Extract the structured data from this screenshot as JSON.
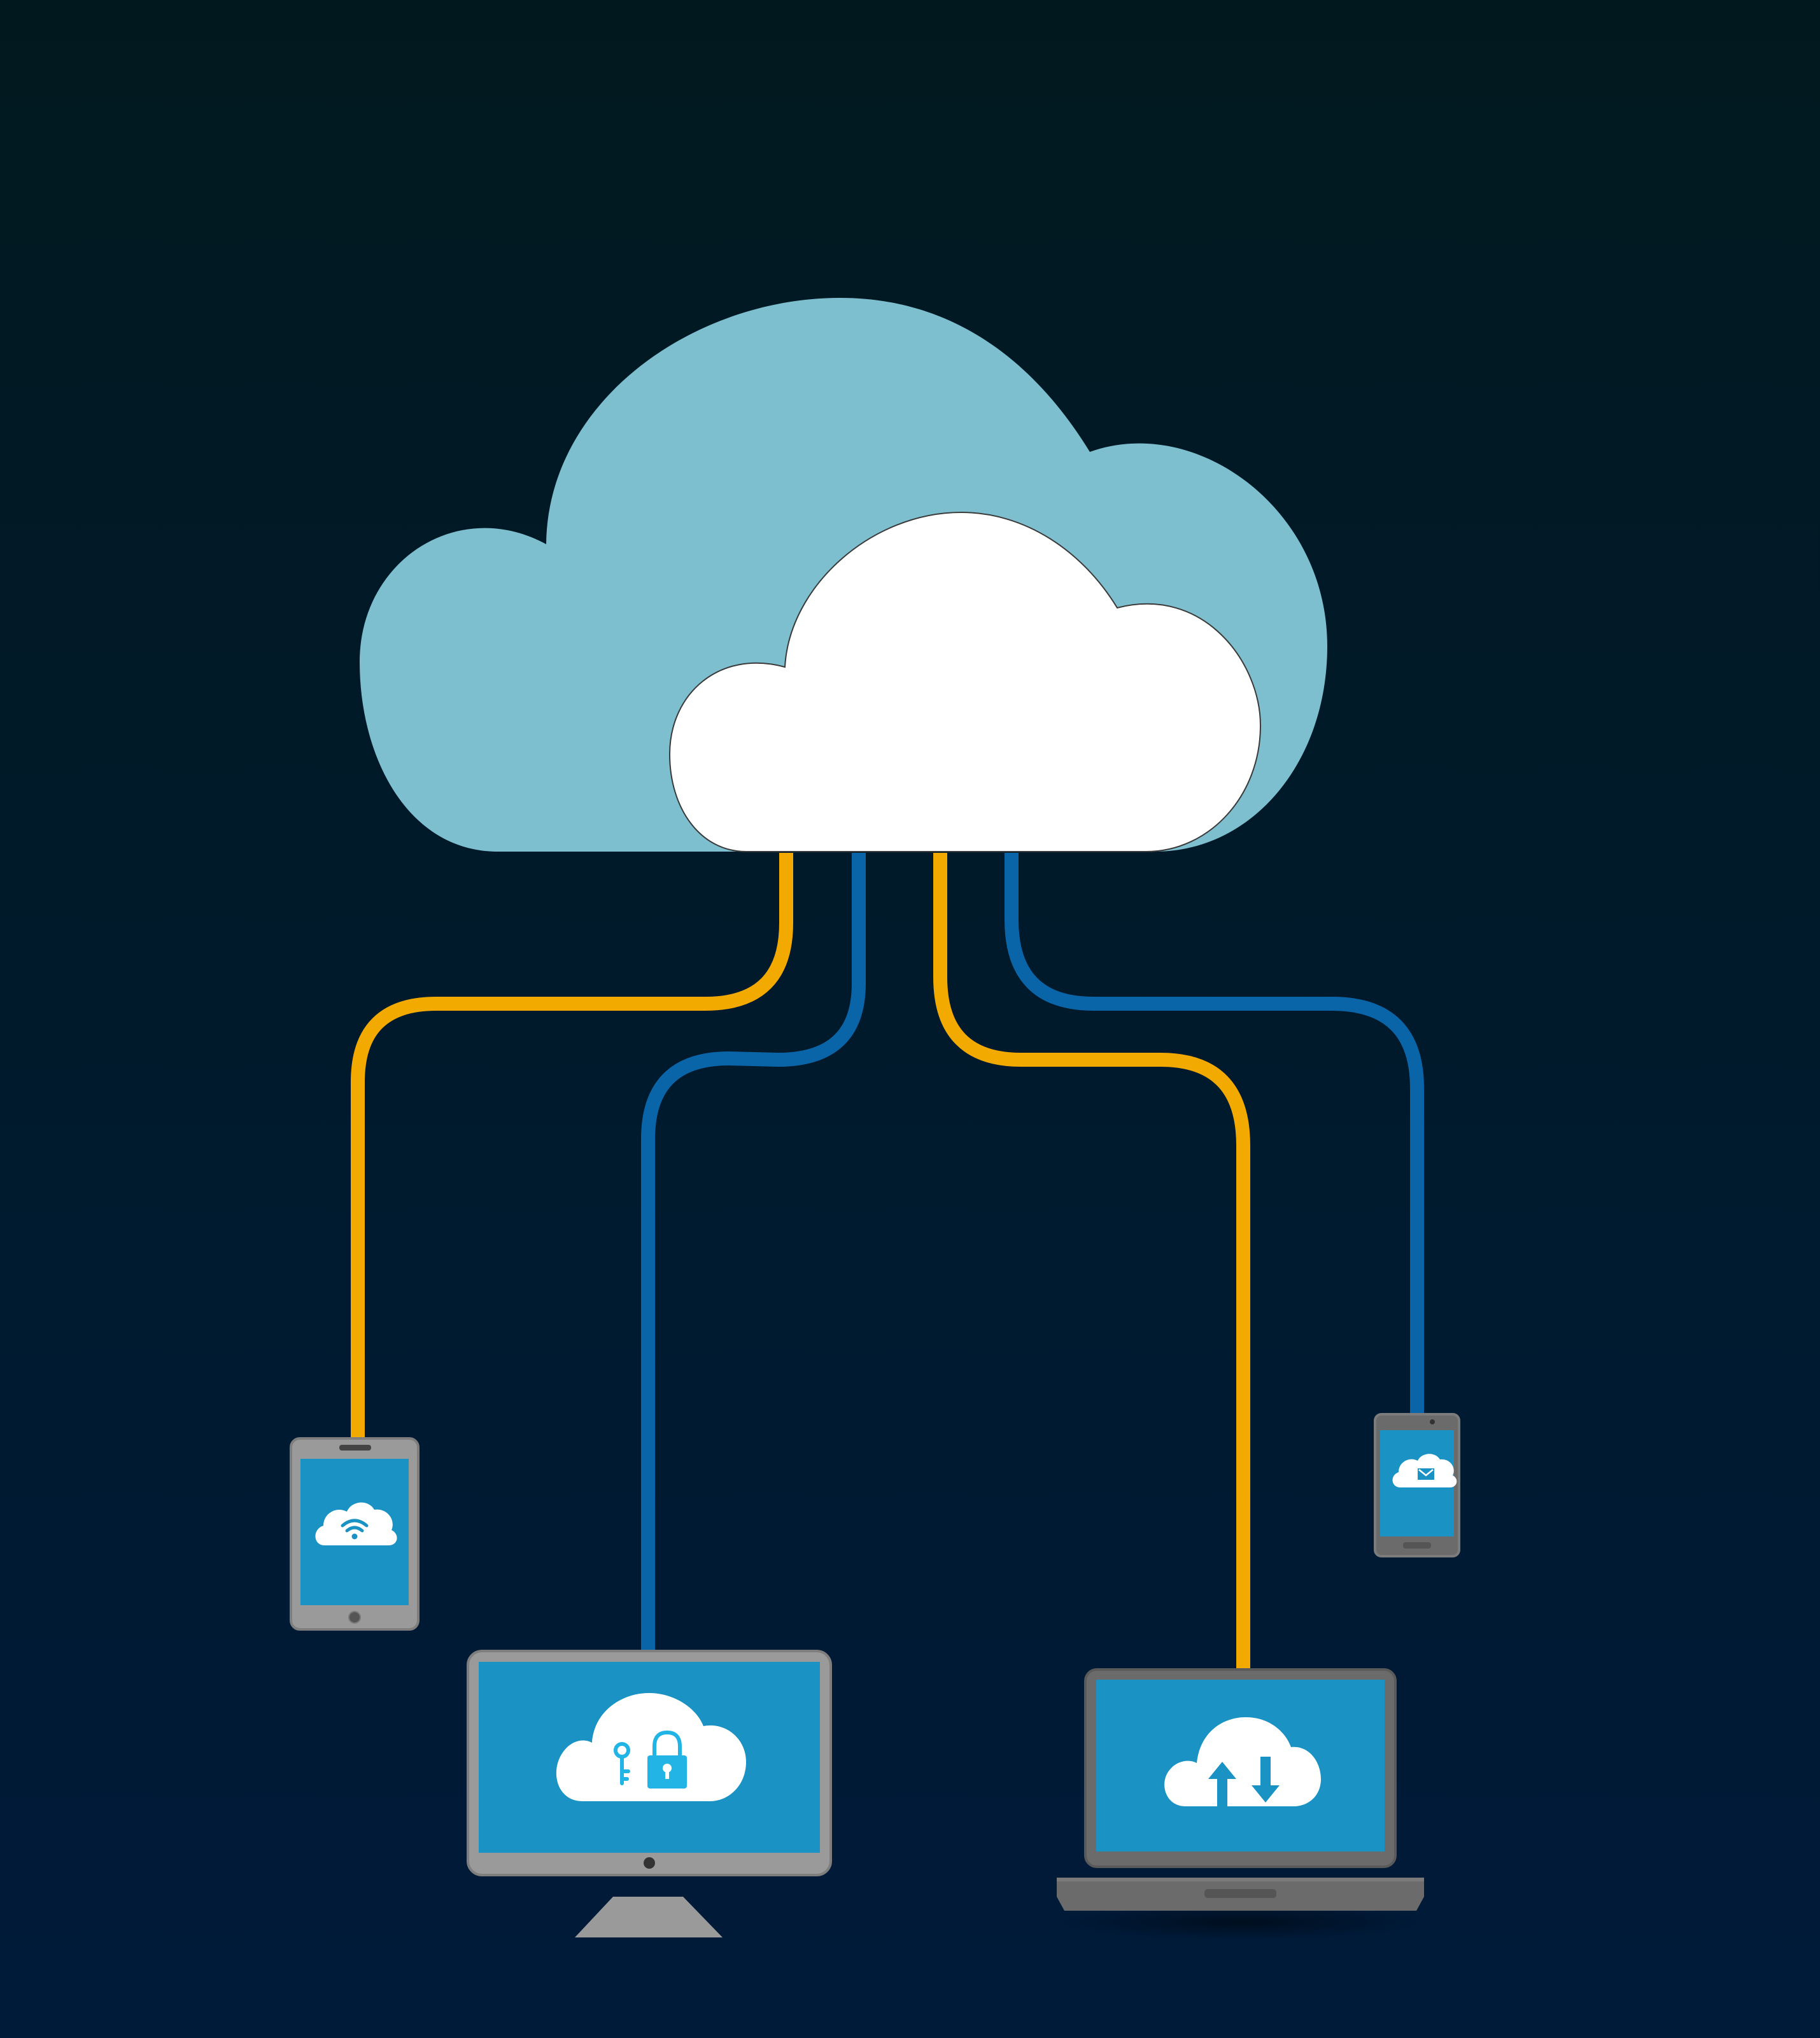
{
  "diagram": {
    "colors": {
      "background_top": "#01191E",
      "background_bottom": "#001A3A",
      "back_cloud": "#7DBECF",
      "front_cloud": "#FFFFFF",
      "cable_yellow": "#F2AA00",
      "cable_blue": "#0A65A8",
      "screen": "#1A93C4",
      "device_frame_light": "#9A9A9A",
      "device_frame_dark": "#6B6B6B",
      "icon_accent": "#23B4E6"
    },
    "hub": {
      "icon": "cloud-icon"
    },
    "devices": [
      {
        "name": "tablet",
        "cable_color": "yellow",
        "screen_icon": "cloud-wifi-icon"
      },
      {
        "name": "desktop-monitor",
        "cable_color": "blue",
        "screen_icon": "cloud-lock-key-icon"
      },
      {
        "name": "laptop",
        "cable_color": "yellow",
        "screen_icon": "cloud-upload-download-icon"
      },
      {
        "name": "smartphone",
        "cable_color": "blue",
        "screen_icon": "cloud-mail-icon"
      }
    ]
  }
}
